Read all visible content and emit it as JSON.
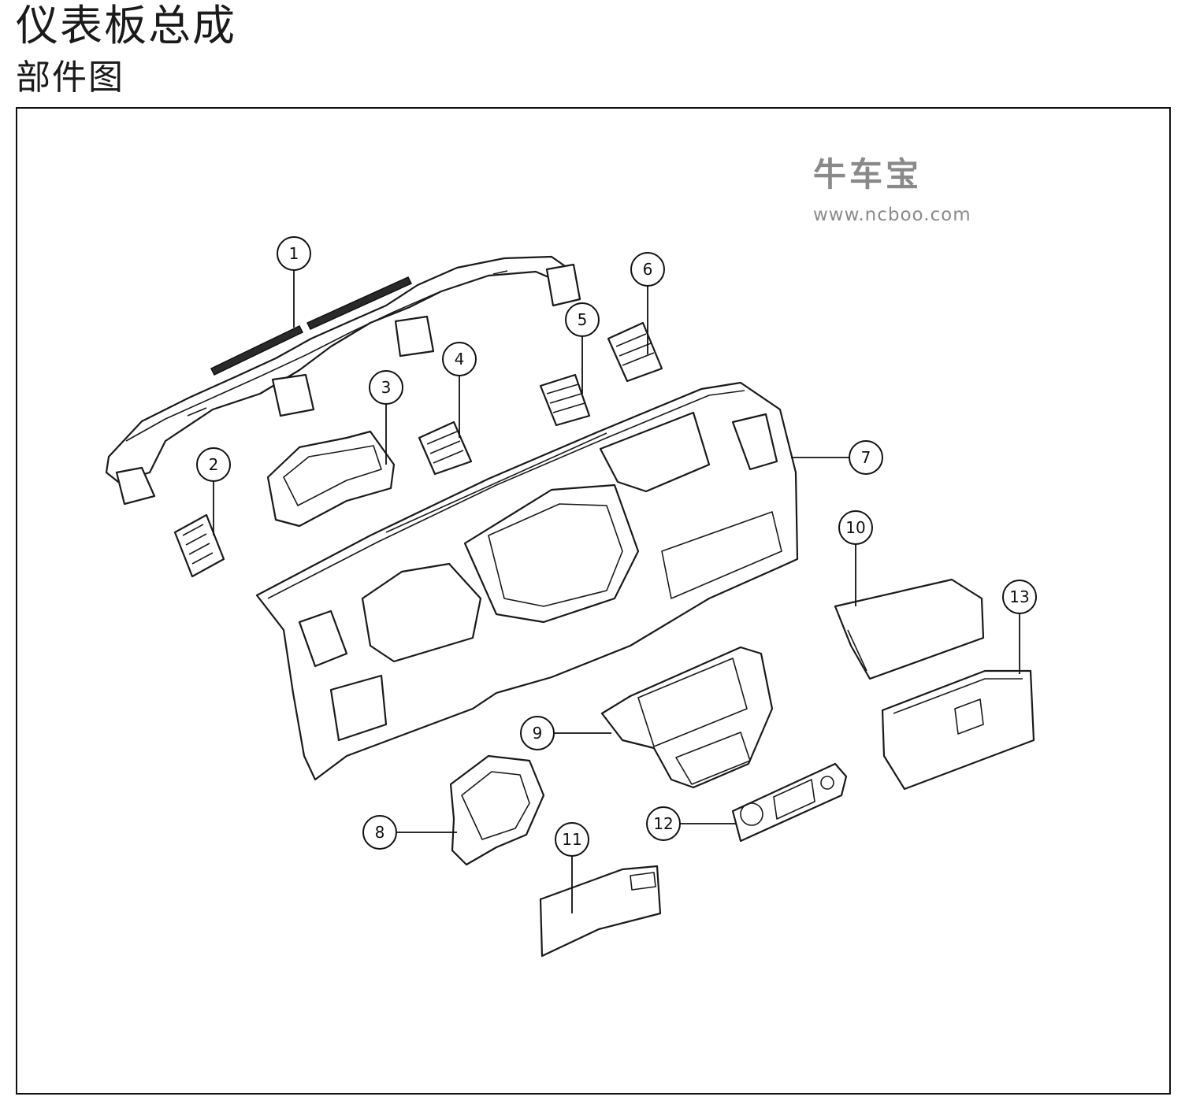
{
  "header": {
    "title": "仪表板总成",
    "subtitle": "部件图"
  },
  "watermark": {
    "name": "牛车宝",
    "url": "www.ncboo.com"
  },
  "callouts": [
    {
      "number": "1"
    },
    {
      "number": "2"
    },
    {
      "number": "3"
    },
    {
      "number": "4"
    },
    {
      "number": "5"
    },
    {
      "number": "6"
    },
    {
      "number": "7"
    },
    {
      "number": "8"
    },
    {
      "number": "9"
    },
    {
      "number": "10"
    },
    {
      "number": "11"
    },
    {
      "number": "12"
    },
    {
      "number": "13"
    }
  ]
}
